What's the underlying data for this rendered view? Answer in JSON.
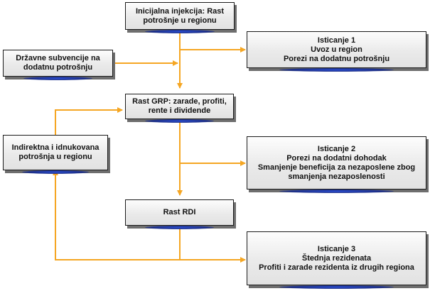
{
  "colors": {
    "arrow": "#f5a623",
    "box_border": "#1a1a1a",
    "box_shadow": "#6e6e6e",
    "glow": "#2b4fd6"
  },
  "boxes": {
    "injection": {
      "line1": "Inicijalna injekcija: Rast",
      "line2": "potrošnje u regionu"
    },
    "subsidies": {
      "line1": "Državne subvencije na",
      "line2": "dodatnu potrošnju"
    },
    "leak1": {
      "title": "Isticanje 1",
      "line1": "Uvoz u region",
      "line2": "Porezi na dodatnu potrošnju"
    },
    "grp": {
      "line1": "Rast GRP: zarade, profiti,",
      "line2": "rente i dividende"
    },
    "indirect": {
      "line1": "Indirektna i idnukovana",
      "line2": "potrošnja u regionu"
    },
    "leak2": {
      "title": "Isticanje 2",
      "line1": "Porezi na dodatni dohodak",
      "line2": "Smanjenje beneficija za nezaposlene zbog",
      "line3": "smanjenja nezaposlenosti"
    },
    "rdi": {
      "line1": "Rast RDI"
    },
    "leak3": {
      "title": "Isticanje 3",
      "line1": "Štednja rezidenata",
      "line2": "Profiti i zarade rezidenta iz drugih regiona"
    }
  }
}
